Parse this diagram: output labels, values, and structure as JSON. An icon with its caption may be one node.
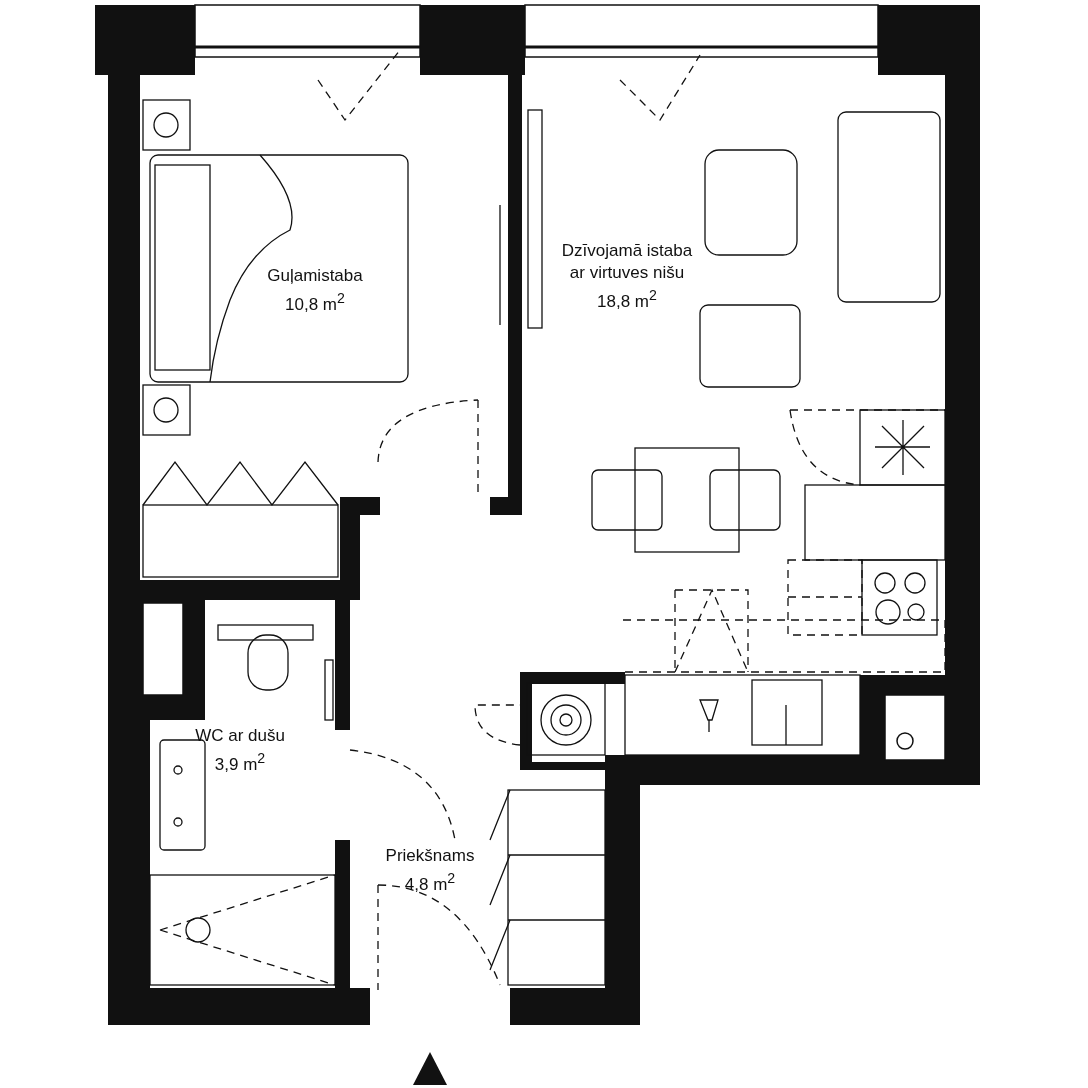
{
  "diagram": {
    "nodes": [
      {
        "text": [
          "Guļamistaba",
          "10,8 m$^{2}$"
        ]
      },
      {
        "text": [
          "Dzīvojamā istaba ar virtuves nišu",
          "18,8 m$^{2}$"
        ]
      },
      {
        "text": [
          "WC ar dušu",
          "3,9 m$^{2}$"
        ]
      },
      {
        "text": [
          "Priekšnams",
          "4,8 m$^{2}$"
        ]
      }
    ],
    "edges": []
  }
}
